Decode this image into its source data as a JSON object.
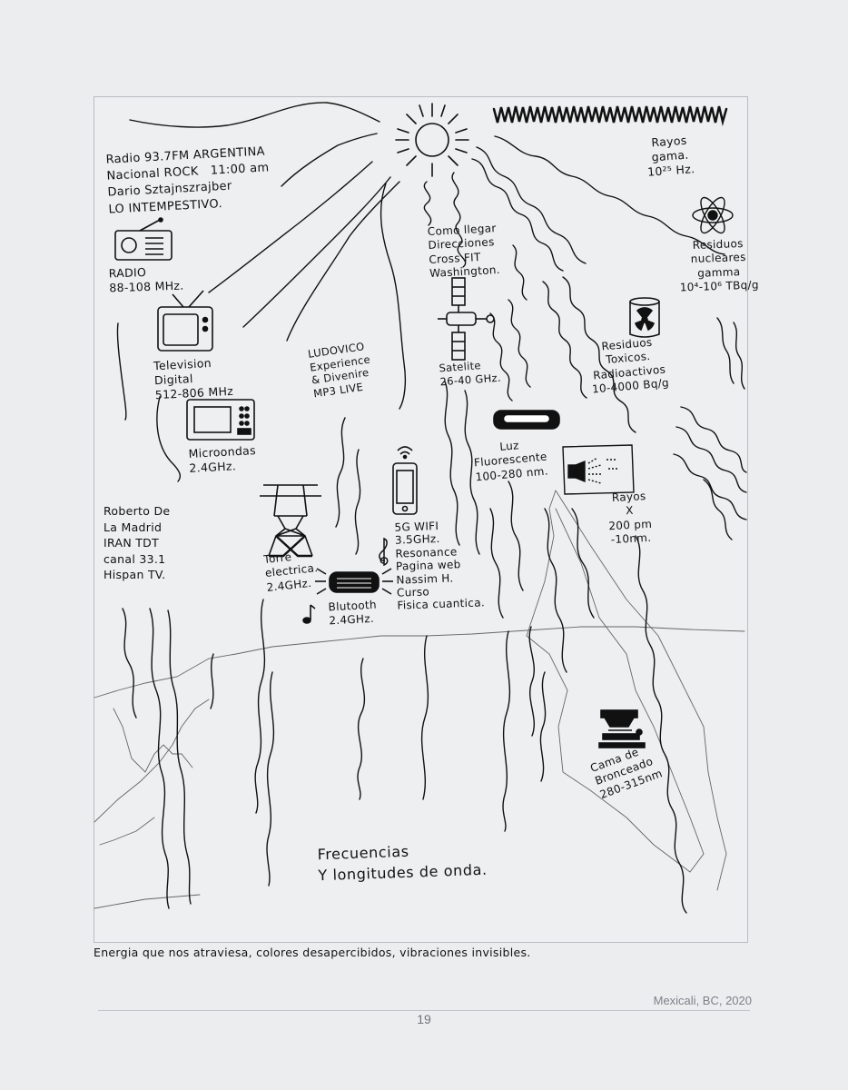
{
  "labels": {
    "radio_broadcast": "Radio 93.7FM ARGENTINA\nNacional ROCK   11:00 am\nDario Sztajnszrajber\nLO INTEMPESTIVO.",
    "radio": "RADIO\n88-108 MHz.",
    "tv": "Television\nDigital\n512-806 MHz",
    "microwave": "Microondas\n2.4GHz.",
    "roberto": "Roberto De\nLa Madrid\nIRAN TDT\ncanal 33.1\nHispan TV.",
    "torre": "Torre\nelectrica.\n2.4GHz.",
    "bluetooth": "Blutooth\n2.4GHz.",
    "ludovico": "LUDOVICO\nExperience\n& Divenire\nMP3 LIVE",
    "como_llegar": "Como llegar\nDirecciones\nCross FIT\nWashington.",
    "satelite": "Satelite\n26-40 GHz.",
    "wifi": "5G WIFI\n3.5GHz.\nResonance\nPagina web\nNassim H.\nCurso\nFisica cuantica.",
    "luz": "Luz\nFluorescente\n100-280 nm.",
    "rayos_gama": "Rayos\ngama.\n10²⁵ Hz.",
    "residuos_nucleares": "Residuos\nnucleares\ngamma\n10⁴-10⁶ TBq/g",
    "residuos_toxicos": "Residuos\nToxicos.\nRadioactivos\n10-4000 Bq/g",
    "rayos_x": "Rayos\nX\n200 pm\n-10nm.",
    "cama": "Cama de\nBronceado\n280-315nm",
    "title": "Frecuencias\nY longitudes de onda."
  },
  "caption": "Energia que nos atraviesa, colores desapercibidos, vibraciones invisibles.",
  "footer": {
    "place": "Mexicali, BC, 2020",
    "page_number": "19"
  },
  "icons": [
    "sun-icon",
    "radio-icon",
    "tv-icon",
    "microwave-icon",
    "tower-icon",
    "bluetooth-icon",
    "music-note-icon",
    "phone-icon",
    "satellite-icon",
    "fluorescent-lamp-icon",
    "atom-icon",
    "radioactive-barrel-icon",
    "xray-machine-icon",
    "tanning-bed-icon"
  ],
  "colors": {
    "paper": "#ecedef",
    "ink": "#111111",
    "frame": "#b9bcc2"
  }
}
